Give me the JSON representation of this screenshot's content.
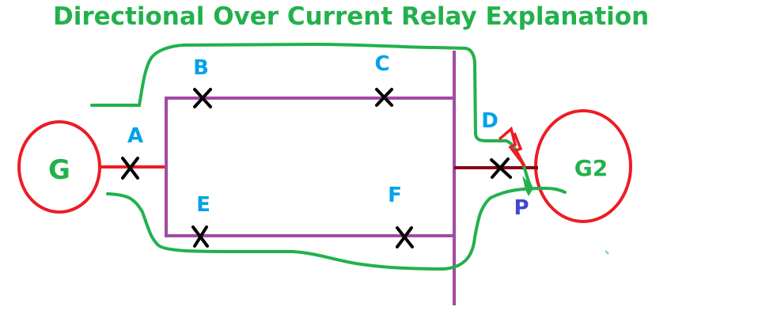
{
  "title": "Directional Over Current Relay Explanation",
  "colors": {
    "title": "#22b14c",
    "generator_circle": "#ed1c24",
    "generator_text": "#22b14c",
    "bus_line": "#a349a4",
    "source_line": "#ed1c24",
    "g2_line": "#880015",
    "breaker_cross": "#000000",
    "breaker_label": "#00a2e8",
    "fault_current_path": "#22b14c",
    "fault_arrow": "#ed1c24",
    "relay_label": "#3f48cc"
  },
  "generators": [
    {
      "id": "G",
      "label": "G"
    },
    {
      "id": "G2",
      "label": "G2"
    }
  ],
  "breakers": [
    {
      "id": "A",
      "label": "A"
    },
    {
      "id": "B",
      "label": "B"
    },
    {
      "id": "C",
      "label": "C"
    },
    {
      "id": "D",
      "label": "D"
    },
    {
      "id": "E",
      "label": "E"
    },
    {
      "id": "F",
      "label": "F"
    }
  ],
  "relay": {
    "label": "P"
  },
  "annotations": {
    "fault_current_path": "fault current loop",
    "fault_arrow": "lightning fault symbol"
  }
}
